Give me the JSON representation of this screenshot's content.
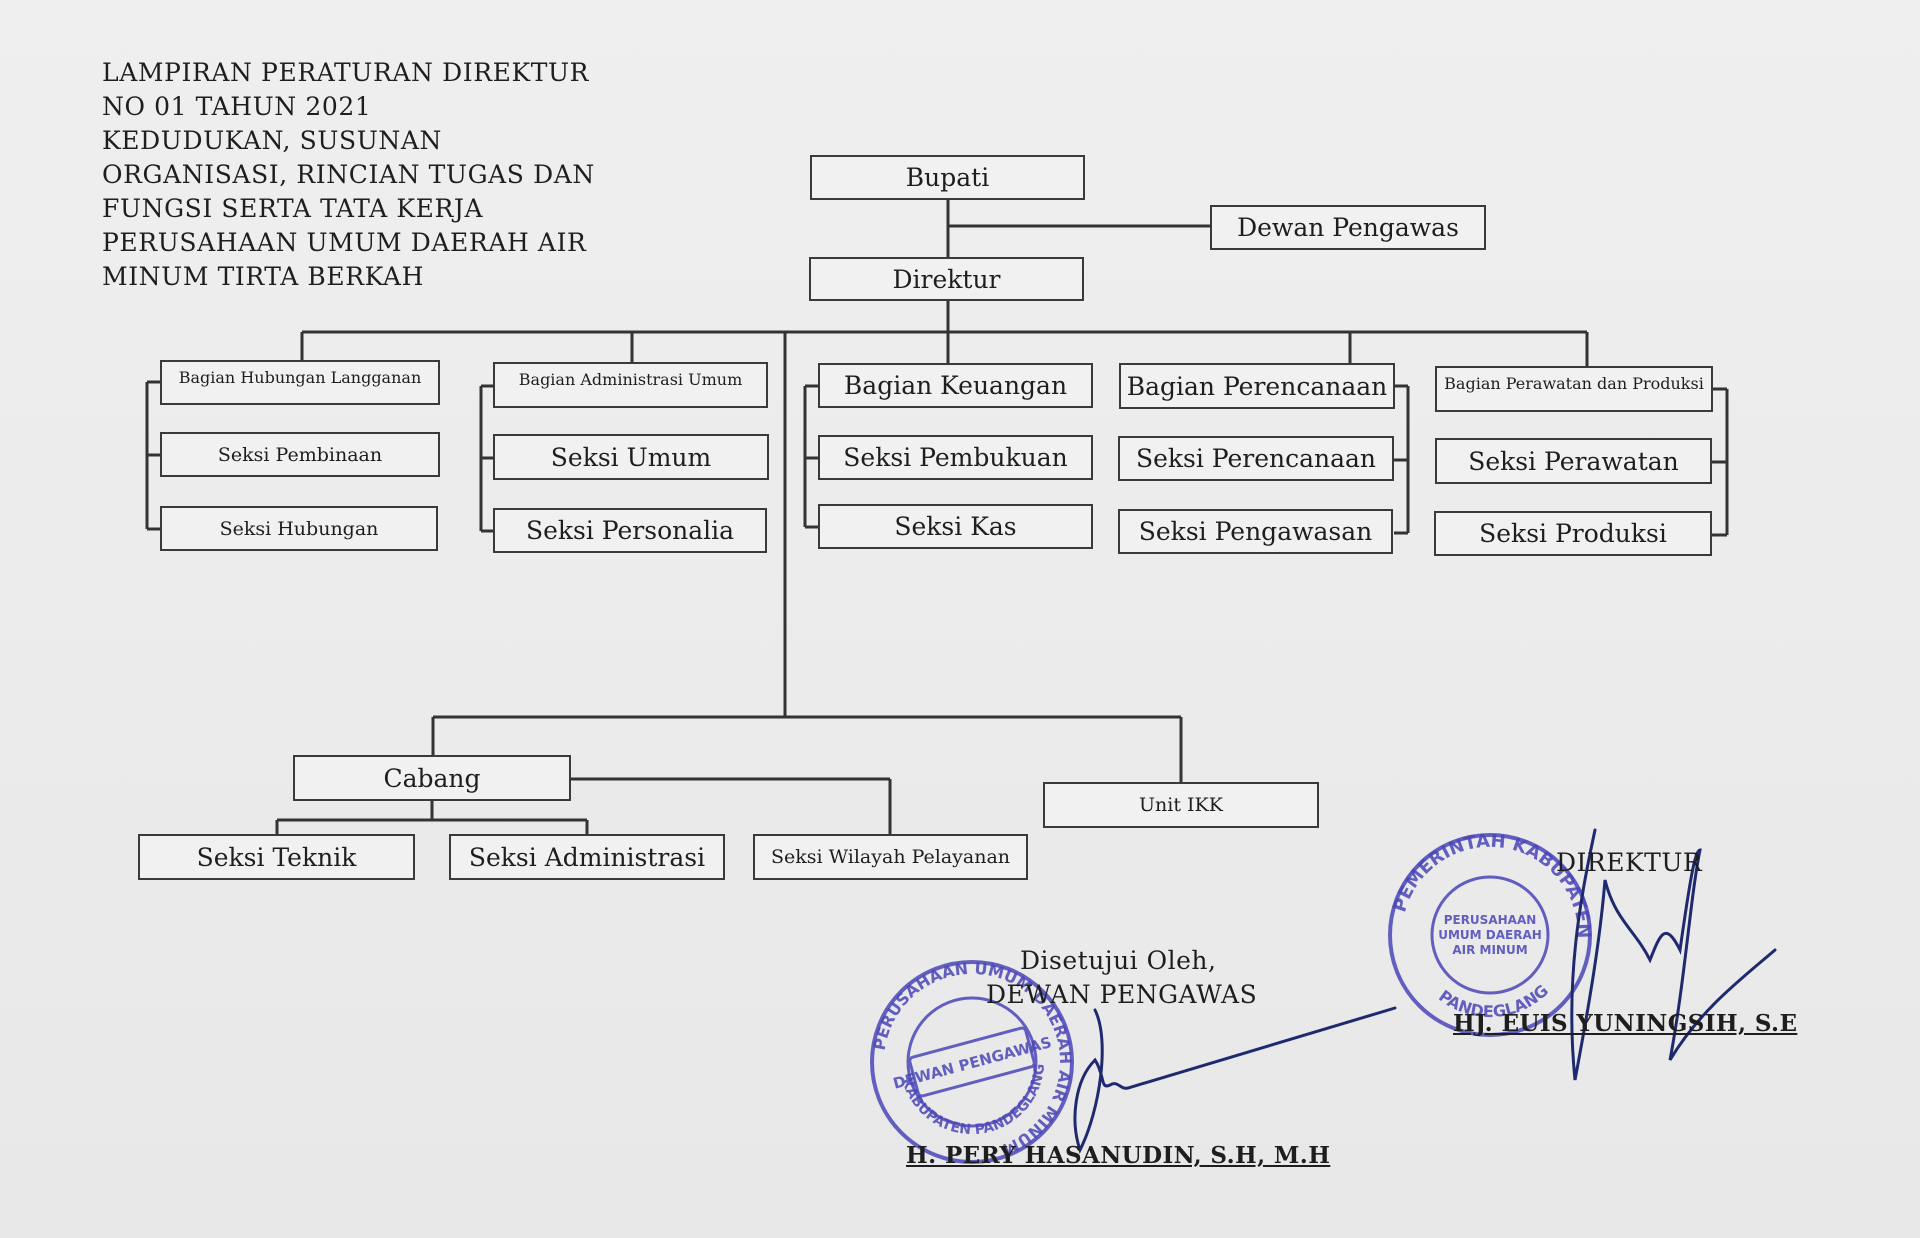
{
  "header": {
    "lines": [
      "LAMPIRAN PERATURAN DIREKTUR",
      "NO 01 TAHUN 2021",
      "KEDUDUKAN, SUSUNAN",
      "ORGANISASI, RINCIAN TUGAS DAN",
      "FUNGSI SERTA TATA KERJA",
      "PERUSAHAAN UMUM DAERAH AIR",
      "MINUM TIRTA BERKAH"
    ]
  },
  "org": {
    "bupati": "Bupati",
    "dewan_pengawas": "Dewan Pengawas",
    "direktur": "Direktur",
    "bagian_hubungan_langganan": "Bagian Hubungan Langganan",
    "seksi_pembinaan": "Seksi Pembinaan",
    "seksi_hubungan": "Seksi Hubungan",
    "bagian_administrasi_umum": "Bagian Administrasi Umum",
    "seksi_umum": "Seksi Umum",
    "seksi_personalia": "Seksi Personalia",
    "bagian_keuangan": "Bagian Keuangan",
    "seksi_pembukuan": "Seksi Pembukuan",
    "seksi_kas": "Seksi Kas",
    "bagian_perencanaan": "Bagian Perencanaan",
    "seksi_perencanaan": "Seksi Perencanaan",
    "seksi_pengawasan": "Seksi Pengawasan",
    "bagian_perawatan_produksi": "Bagian Perawatan dan Produksi",
    "seksi_perawatan": "Seksi Perawatan",
    "seksi_produksi": "Seksi Produksi",
    "cabang": "Cabang",
    "seksi_teknik": "Seksi Teknik",
    "seksi_administrasi": "Seksi Administrasi",
    "seksi_wilayah_pelayanan": "Seksi Wilayah Pelayanan",
    "unit_ikk": "Unit IKK"
  },
  "signatures": {
    "approved_by": "Disetujui Oleh,",
    "board_title": "DEWAN PENGAWAS",
    "board_name": "H. PERY HASANUDIN, S.H, M.H",
    "director_title": "DIREKTUR",
    "director_name": "HJ. EUIS YUNINGSIH, S.E"
  },
  "stamps": {
    "board_stamp": {
      "ring_text": "PERUSAHAAN UMUM DAERAH AIR MINUM",
      "center_text": "DEWAN PENGAWAS",
      "bottom_text": "KABUPATEN PANDEGLANG",
      "color": "#4b46b8"
    },
    "director_stamp": {
      "ring_text": "PEMERINTAH KABUPATEN",
      "center_lines": [
        "PERUSAHAAN",
        "UMUM DAERAH",
        "AIR MINUM"
      ],
      "bottom_text": "PANDEGLANG",
      "color": "#4b46b8"
    }
  },
  "colors": {
    "ink": "#1e1e1e",
    "line": "#333333",
    "stamp": "#4b46b8",
    "signature": "#1f2a6e"
  }
}
